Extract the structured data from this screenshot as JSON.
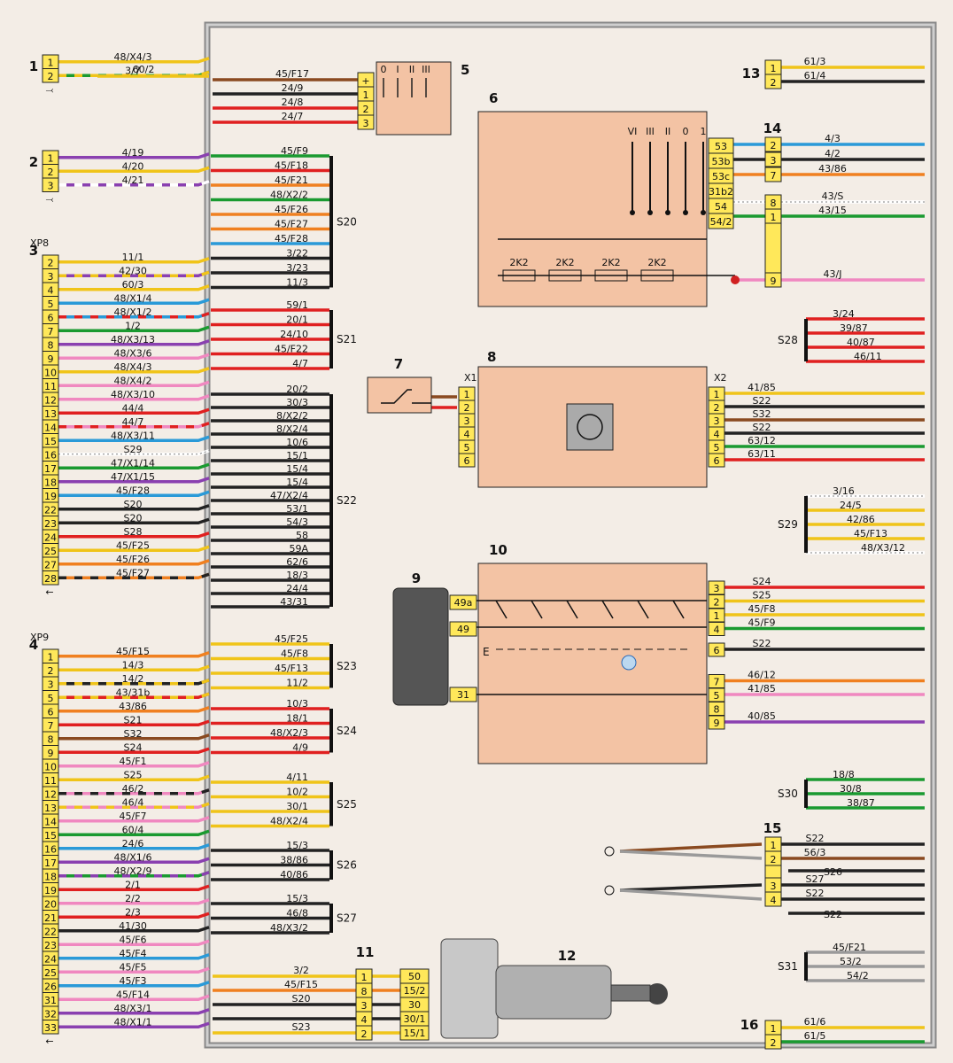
{
  "colors": {
    "background": "#f3ede6",
    "harness": "#9a9a9a",
    "device": "#f3c3a4",
    "pin": "#ffe85a",
    "Y": "#f0c419",
    "R": "#e02020",
    "B": "#222222",
    "G": "#1a9a30",
    "BL": "#2a9ad8",
    "V": "#8a40b0",
    "P": "#f088c0",
    "O": "#f08020",
    "N": "#8a4a20",
    "W": "#ffffff",
    "GR": "#9a9a9a"
  },
  "left_connectors": [
    {
      "num": "1",
      "sub": "",
      "sym": "⤙",
      "pins": [
        {
          "pin": "1",
          "label": "48/X4/3",
          "c": [
            "Y"
          ]
        },
        {
          "pin": "2",
          "label": "3/7",
          "c": [
            "G",
            "Y"
          ]
        }
      ]
    },
    {
      "num": "2",
      "sub": "",
      "sym": "⤙",
      "pins": [
        {
          "pin": "1",
          "label": "4/19",
          "c": [
            "V"
          ]
        },
        {
          "pin": "2",
          "label": "4/20",
          "c": [
            "Y"
          ]
        },
        {
          "pin": "3",
          "label": "4/21",
          "c": [
            "V",
            "W"
          ]
        }
      ]
    },
    {
      "num": "3",
      "sub": "XP8",
      "sym": "←",
      "pins": [
        {
          "pin": "2",
          "label": "11/1",
          "c": [
            "Y"
          ]
        },
        {
          "pin": "3",
          "label": "42/30",
          "c": [
            "V",
            "Y"
          ]
        },
        {
          "pin": "4",
          "label": "60/3",
          "c": [
            "Y"
          ]
        },
        {
          "pin": "5",
          "label": "48/X1/4",
          "c": [
            "BL"
          ]
        },
        {
          "pin": "6",
          "label": "48/X1/2",
          "c": [
            "BL",
            "R"
          ]
        },
        {
          "pin": "7",
          "label": "1/2",
          "c": [
            "G"
          ]
        },
        {
          "pin": "8",
          "label": "48/X3/13",
          "c": [
            "V"
          ]
        },
        {
          "pin": "9",
          "label": "48/X3/6",
          "c": [
            "P"
          ]
        },
        {
          "pin": "10",
          "label": "48/X4/3",
          "c": [
            "Y"
          ]
        },
        {
          "pin": "11",
          "label": "48/X4/2",
          "c": [
            "P"
          ]
        },
        {
          "pin": "12",
          "label": "48/X3/10",
          "c": [
            "P"
          ]
        },
        {
          "pin": "13",
          "label": "44/4",
          "c": [
            "R"
          ]
        },
        {
          "pin": "14",
          "label": "44/7",
          "c": [
            "P",
            "R"
          ]
        },
        {
          "pin": "15",
          "label": "48/X3/11",
          "c": [
            "BL"
          ]
        },
        {
          "pin": "16",
          "label": "S29",
          "c": [
            "W"
          ]
        },
        {
          "pin": "17",
          "label": "47/X1/14",
          "c": [
            "G"
          ]
        },
        {
          "pin": "18",
          "label": "47/X1/15",
          "c": [
            "V"
          ]
        },
        {
          "pin": "19",
          "label": "45/F28",
          "c": [
            "BL"
          ]
        },
        {
          "pin": "22",
          "label": "S20",
          "c": [
            "B"
          ]
        },
        {
          "pin": "23",
          "label": "S20",
          "c": [
            "B"
          ]
        },
        {
          "pin": "24",
          "label": "S28",
          "c": [
            "R"
          ]
        },
        {
          "pin": "25",
          "label": "45/F25",
          "c": [
            "Y"
          ]
        },
        {
          "pin": "27",
          "label": "45/F26",
          "c": [
            "O"
          ]
        },
        {
          "pin": "28",
          "label": "45/F27",
          "c": [
            "O",
            "B"
          ]
        }
      ]
    },
    {
      "num": "4",
      "sub": "XP9",
      "sym": "←",
      "pins": [
        {
          "pin": "1",
          "label": "45/F15",
          "c": [
            "O"
          ]
        },
        {
          "pin": "2",
          "label": "14/3",
          "c": [
            "Y"
          ]
        },
        {
          "pin": "3",
          "label": "14/2",
          "c": [
            "B",
            "Y"
          ]
        },
        {
          "pin": "5",
          "label": "43/31b",
          "c": [
            "R",
            "Y"
          ]
        },
        {
          "pin": "6",
          "label": "43/86",
          "c": [
            "O"
          ]
        },
        {
          "pin": "7",
          "label": "S21",
          "c": [
            "R"
          ]
        },
        {
          "pin": "8",
          "label": "S32",
          "c": [
            "N"
          ]
        },
        {
          "pin": "9",
          "label": "S24",
          "c": [
            "R"
          ]
        },
        {
          "pin": "10",
          "label": "45/F1",
          "c": [
            "P"
          ]
        },
        {
          "pin": "11",
          "label": "S25",
          "c": [
            "Y"
          ]
        },
        {
          "pin": "12",
          "label": "46/2",
          "c": [
            "P",
            "B"
          ]
        },
        {
          "pin": "13",
          "label": "46/4",
          "c": [
            "P",
            "Y"
          ]
        },
        {
          "pin": "14",
          "label": "45/F7",
          "c": [
            "P"
          ]
        },
        {
          "pin": "15",
          "label": "60/4",
          "c": [
            "G"
          ]
        },
        {
          "pin": "16",
          "label": "24/6",
          "c": [
            "BL"
          ]
        },
        {
          "pin": "17",
          "label": "48/X1/6",
          "c": [
            "V"
          ]
        },
        {
          "pin": "18",
          "label": "48/X2/9",
          "c": [
            "G",
            "V"
          ]
        },
        {
          "pin": "19",
          "label": "2/1",
          "c": [
            "R"
          ]
        },
        {
          "pin": "20",
          "label": "2/2",
          "c": [
            "P"
          ]
        },
        {
          "pin": "21",
          "label": "2/3",
          "c": [
            "R"
          ]
        },
        {
          "pin": "22",
          "label": "41/30",
          "c": [
            "B"
          ]
        },
        {
          "pin": "23",
          "label": "45/F6",
          "c": [
            "P"
          ]
        },
        {
          "pin": "24",
          "label": "45/F4",
          "c": [
            "BL"
          ]
        },
        {
          "pin": "25",
          "label": "45/F5",
          "c": [
            "P"
          ]
        },
        {
          "pin": "26",
          "label": "45/F3",
          "c": [
            "BL"
          ]
        },
        {
          "pin": "31",
          "label": "45/F14",
          "c": [
            "P"
          ]
        },
        {
          "pin": "32",
          "label": "48/X3/1",
          "c": [
            "V"
          ]
        },
        {
          "pin": "33",
          "label": "48/X1/1",
          "c": [
            "V"
          ]
        }
      ]
    }
  ],
  "extra_left_labels": [
    {
      "label": "60/2",
      "conn": "1"
    }
  ],
  "splice_groups": [
    {
      "name": "S20",
      "wires": [
        {
          "l": "45/F9",
          "c": "G"
        },
        {
          "l": "45/F18",
          "c": "R"
        },
        {
          "l": "45/F21",
          "c": "O"
        },
        {
          "l": "48/X2/2",
          "c": "G"
        },
        {
          "l": "45/F26",
          "c": "O"
        },
        {
          "l": "45/F27",
          "c": "O"
        },
        {
          "l": "45/F28",
          "c": "BL"
        },
        {
          "l": "3/22",
          "c": "B"
        },
        {
          "l": "3/23",
          "c": "B"
        },
        {
          "l": "11/3",
          "c": "B"
        }
      ]
    },
    {
      "name": "S21",
      "wires": [
        {
          "l": "59/1",
          "c": "R"
        },
        {
          "l": "20/1",
          "c": "R"
        },
        {
          "l": "24/10",
          "c": "R"
        },
        {
          "l": "45/F22",
          "c": "R"
        },
        {
          "l": "4/7",
          "c": "R"
        }
      ]
    },
    {
      "name": "S22",
      "wires": [
        {
          "l": "20/2",
          "c": "B"
        },
        {
          "l": "30/3",
          "c": "B"
        },
        {
          "l": "8/X2/2",
          "c": "B"
        },
        {
          "l": "8/X2/4",
          "c": "B"
        },
        {
          "l": "10/6",
          "c": "B"
        },
        {
          "l": "15/1",
          "c": "B"
        },
        {
          "l": "15/4",
          "c": "B"
        },
        {
          "l": "15/4",
          "c": "B"
        },
        {
          "l": "47/X2/4",
          "c": "B"
        },
        {
          "l": "53/1",
          "c": "B"
        },
        {
          "l": "54/3",
          "c": "B"
        },
        {
          "l": "58",
          "c": "B"
        },
        {
          "l": "59A",
          "c": "B"
        },
        {
          "l": "62/6",
          "c": "B"
        },
        {
          "l": "18/3",
          "c": "B"
        },
        {
          "l": "24/4",
          "c": "B"
        },
        {
          "l": "43/31",
          "c": "B"
        }
      ]
    },
    {
      "name": "S23",
      "wires": [
        {
          "l": "45/F25",
          "c": "Y"
        },
        {
          "l": "45/F8",
          "c": "Y"
        },
        {
          "l": "45/F13",
          "c": "Y"
        },
        {
          "l": "11/2",
          "c": "Y"
        }
      ]
    },
    {
      "name": "S24",
      "wires": [
        {
          "l": "10/3",
          "c": "R"
        },
        {
          "l": "18/1",
          "c": "R"
        },
        {
          "l": "48/X2/3",
          "c": "R"
        },
        {
          "l": "4/9",
          "c": "R"
        }
      ]
    },
    {
      "name": "S25",
      "wires": [
        {
          "l": "4/11",
          "c": "Y"
        },
        {
          "l": "10/2",
          "c": "Y"
        },
        {
          "l": "30/1",
          "c": "Y"
        },
        {
          "l": "48/X2/4",
          "c": "Y"
        }
      ]
    },
    {
      "name": "S26",
      "wires": [
        {
          "l": "15/3",
          "c": "B"
        },
        {
          "l": "38/86",
          "c": "B"
        },
        {
          "l": "40/86",
          "c": "B"
        }
      ]
    },
    {
      "name": "S27",
      "wires": [
        {
          "l": "15/3",
          "c": "B"
        },
        {
          "l": "46/8",
          "c": "B"
        },
        {
          "l": "48/X3/2",
          "c": "B"
        }
      ]
    }
  ],
  "dev5": {
    "num": "5",
    "pos": [
      "0",
      "I",
      "II",
      "III"
    ],
    "pins": [
      {
        "pin": "+",
        "label": "45/F17",
        "c": "N"
      },
      {
        "pin": "1",
        "label": "24/9",
        "c": "B"
      },
      {
        "pin": "2",
        "label": "24/8",
        "c": "R"
      },
      {
        "pin": "3",
        "label": "24/7",
        "c": "R"
      }
    ]
  },
  "dev6": {
    "num": "6",
    "pos": [
      "VI",
      "III",
      "II",
      "0",
      "1"
    ],
    "res": [
      "2K2",
      "2K2",
      "2K2",
      "2K2"
    ],
    "pins": [
      "53",
      "53b",
      "53c",
      "31b2",
      "54",
      "54/2"
    ]
  },
  "conn14": {
    "num": "14",
    "pins": [
      {
        "pin": "2",
        "label": "4/3",
        "c": "BL"
      },
      {
        "pin": "3",
        "label": "4/2",
        "c": "B"
      },
      {
        "pin": "7",
        "label": "43/86",
        "c": "O"
      },
      {
        "pin": "8",
        "label": "43/S",
        "c": "W"
      },
      {
        "pin": "1",
        "label": "43/15",
        "c": "G"
      },
      {
        "pin": "9",
        "label": "43/J",
        "c": "P"
      }
    ]
  },
  "conn13": {
    "num": "13",
    "pins": [
      {
        "pin": "1",
        "label": "61/3",
        "c": "Y"
      },
      {
        "pin": "2",
        "label": "61/4",
        "c": "B"
      }
    ]
  },
  "s28": {
    "name": "S28",
    "wires": [
      {
        "l": "3/24",
        "c": "R"
      },
      {
        "l": "39/87",
        "c": "R"
      },
      {
        "l": "40/87",
        "c": "R"
      },
      {
        "l": "46/11",
        "c": "R"
      }
    ]
  },
  "s29": {
    "name": "S29",
    "wires": [
      {
        "l": "3/16",
        "c": "W"
      },
      {
        "l": "24/5",
        "c": "Y"
      },
      {
        "l": "42/86",
        "c": "Y"
      },
      {
        "l": "45/F13",
        "c": "Y"
      },
      {
        "l": "48/X3/12",
        "c": "W"
      }
    ]
  },
  "s30": {
    "name": "S30",
    "wires": [
      {
        "l": "18/8",
        "c": "G"
      },
      {
        "l": "30/8",
        "c": "G"
      },
      {
        "l": "38/87",
        "c": "G"
      }
    ]
  },
  "s31": {
    "name": "S31",
    "wires": [
      {
        "l": "45/F21",
        "c": "GR"
      },
      {
        "l": "53/2",
        "c": "GR"
      },
      {
        "l": "54/2",
        "c": "GR"
      }
    ]
  },
  "dev7": {
    "num": "7"
  },
  "dev8": {
    "num": "8",
    "x1": "X1",
    "x2": "X2",
    "left_pins": [
      "1",
      "2",
      "3",
      "4",
      "5",
      "6"
    ],
    "pins": [
      {
        "pin": "1",
        "label": "41/85",
        "c": "Y"
      },
      {
        "pin": "2",
        "label": "S22",
        "c": "B"
      },
      {
        "pin": "3",
        "label": "S32",
        "c": "N"
      },
      {
        "pin": "4",
        "label": "S22",
        "c": "B"
      },
      {
        "pin": "5",
        "label": "63/12",
        "c": "G"
      },
      {
        "pin": "6",
        "label": "63/11",
        "c": "R"
      }
    ]
  },
  "dev9": {
    "num": "9",
    "pins": [
      "49a",
      "49",
      "31"
    ]
  },
  "dev10": {
    "num": "10",
    "ev": "E",
    "pins": [
      {
        "pin": "3",
        "label": "S24",
        "c": "R"
      },
      {
        "pin": "2",
        "label": "S25",
        "c": "Y"
      },
      {
        "pin": "1",
        "label": "45/F8",
        "c": "Y"
      },
      {
        "pin": "4",
        "label": "45/F9",
        "c": "G"
      },
      {
        "pin": "6",
        "label": "S22",
        "c": "B"
      },
      {
        "pin": "7",
        "label": "46/12",
        "c": "O"
      },
      {
        "pin": "5",
        "label": "41/85",
        "c": "P"
      },
      {
        "pin": "8",
        "label": ""
      },
      {
        "pin": "9",
        "label": "40/85",
        "c": "V"
      }
    ]
  },
  "conn15": {
    "num": "15",
    "pins": [
      {
        "pin": "1",
        "label": "S22",
        "c": "B"
      },
      {
        "pin": "2",
        "label": "56/3",
        "c": "N"
      },
      {
        "pin": "3",
        "label": "S27",
        "c": "B"
      },
      {
        "pin": "4",
        "label": "S22",
        "c": "B"
      }
    ],
    "extra": [
      "S26",
      "S22"
    ]
  },
  "conn11": {
    "num": "11",
    "pins": [
      {
        "pin": "1",
        "label": "3/2",
        "c": "Y"
      },
      {
        "pin": "8",
        "label": "45/F15",
        "c": "O"
      },
      {
        "pin": "3",
        "label": "S20",
        "c": "B"
      },
      {
        "pin": "4",
        "label": "",
        "c": "B"
      },
      {
        "pin": "2",
        "label": "S23",
        "c": "Y"
      }
    ]
  },
  "dev12": {
    "num": "12",
    "pins": [
      "50",
      "15/2",
      "30",
      "30/1",
      "15/1"
    ]
  },
  "conn16": {
    "num": "16",
    "pins": [
      {
        "pin": "1",
        "label": "61/6",
        "c": "Y"
      },
      {
        "pin": "2",
        "label": "61/5",
        "c": "G"
      }
    ]
  }
}
